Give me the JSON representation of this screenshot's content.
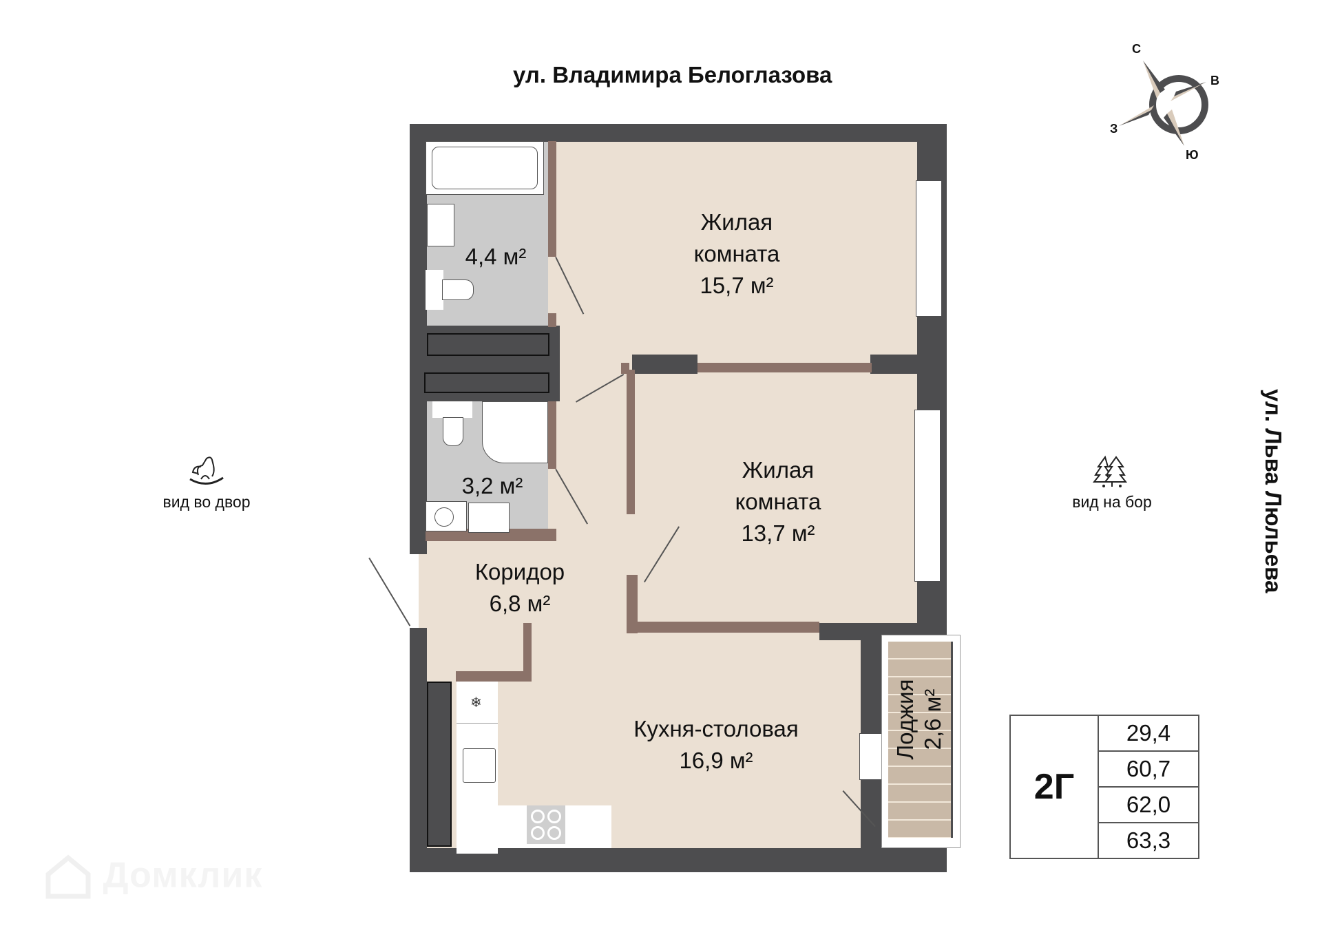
{
  "streets": {
    "top": "ул. Владимира Белоглазова",
    "right": "ул. Льва Люльева"
  },
  "compass": {
    "north": "С",
    "east": "В",
    "south": "Ю",
    "west": "З"
  },
  "views": {
    "left": {
      "icon": "rocking-horse-icon",
      "label": "вид во двор"
    },
    "right": {
      "icon": "pine-trees-icon",
      "label": "вид на  бор"
    }
  },
  "rooms": {
    "bathroom_1": {
      "area": "4,4 м²"
    },
    "bathroom_2": {
      "area": "3,2 м²"
    },
    "living_1": {
      "name_line1": "Жилая",
      "name_line2": "комната",
      "area": "15,7 м²"
    },
    "living_2": {
      "name_line1": "Жилая",
      "name_line2": "комната",
      "area": "13,7 м²"
    },
    "corridor": {
      "name": "Коридор",
      "area": "6,8 м²"
    },
    "kitchen": {
      "name": "Кухня-столовая",
      "area": "16,9 м²"
    },
    "loggia": {
      "name": "Лоджия",
      "area": "2,6 м²"
    }
  },
  "spec_table": {
    "type": "2Г",
    "values": [
      "29,4",
      "60,7",
      "62,0",
      "63,3"
    ]
  },
  "watermark": "Домклик",
  "colors": {
    "wall": "#4d4d4f",
    "partition": "#8b7269",
    "floor": "#ebe0d3",
    "wet_floor": "#cbcbcb",
    "loggia": "#c9b9a7"
  }
}
